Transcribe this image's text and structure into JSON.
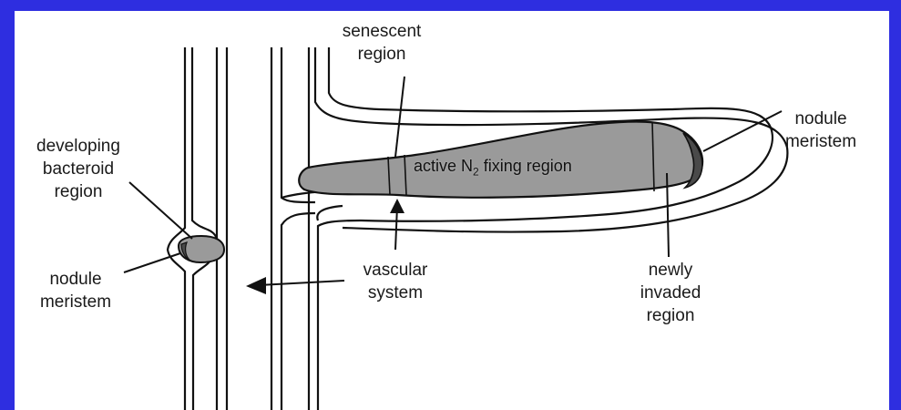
{
  "diagram": {
    "labels": {
      "senescent_region": [
        "senescent",
        "region"
      ],
      "nodule_meristem_right": [
        "nodule",
        "meristem"
      ],
      "developing_bacteroid_region": [
        "developing",
        "bacteroid",
        "region"
      ],
      "active_region_prefix": "active N",
      "active_region_subscript": "2",
      "active_region_suffix": " fixing region",
      "nodule_meristem_left": [
        "nodule",
        "meristem"
      ],
      "vascular_system": [
        "vascular",
        "system"
      ],
      "newly_invaded_region": [
        "newly",
        "invaded",
        "region"
      ]
    },
    "colors": {
      "border": "#2e2ee0",
      "background": "#ffffff",
      "stroke": "#111111",
      "nodule_fill": "#9a9a9a",
      "meristem_fill": "#4a4a4a"
    }
  }
}
